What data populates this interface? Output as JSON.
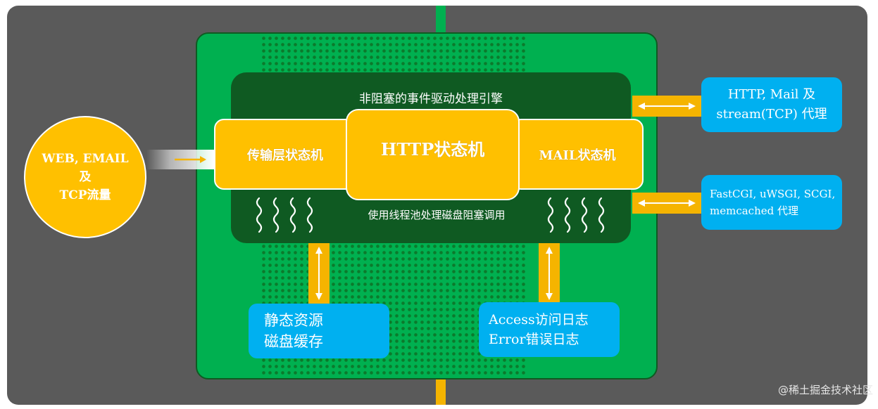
{
  "engine": {
    "title": "非阻塞的事件驱动处理引擎",
    "thread_pool_label": "使用线程池处理磁盘阻塞调用"
  },
  "state_machines": {
    "transport": "传输层状态机",
    "http": "HTTP状态机",
    "mail": "MAIL状态机"
  },
  "traffic": {
    "lines": [
      "WEB, EMAIL",
      "及",
      "TCP流量"
    ]
  },
  "proxies": {
    "http_mail_stream": [
      "HTTP, Mail 及",
      "stream(TCP) 代理"
    ],
    "cgi": [
      "FastCGI, uWSGI, SCGI,",
      "memcached 代理"
    ]
  },
  "storage": {
    "static": [
      "静态资源",
      "磁盘缓存"
    ],
    "logs": [
      "Access访问日志",
      "Error错误日志"
    ]
  },
  "watermark": "@稀土掘金技术社区",
  "colors": {
    "background": "#5a5a5a",
    "board_green": "#00b050",
    "engine_dark_green": "#0f5a22",
    "state_yellow": "#ffc000",
    "proxy_blue": "#00b0f0",
    "bridge_orange": "#f5b400"
  }
}
